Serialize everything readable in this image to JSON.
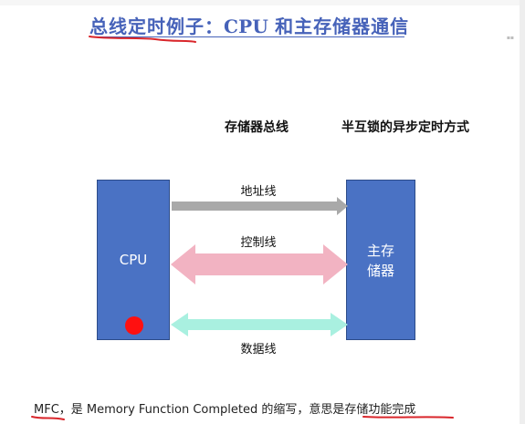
{
  "title": {
    "prefix": "总线定时例子：",
    "cpu": "CPU",
    "suffix": "和主存储器通信"
  },
  "subheadings": {
    "left": "存储器总线",
    "right": "半互锁的异步定时方式"
  },
  "blocks": {
    "cpu": "CPU",
    "memory_line1": "主存",
    "memory_line2": "储器"
  },
  "buses": {
    "address": "地址线",
    "control": "控制线",
    "data": "数据线"
  },
  "footnote": "MFC，是 Memory Function Completed 的缩写，意思是存储功能完成",
  "colors": {
    "title": "#4662b9",
    "block_fill": "#4a72c4",
    "address_arrow": "#a9a9a9",
    "control_arrow": "#f2b3c2",
    "data_arrow": "#a9f0e0",
    "annotation_red": "#d9262b",
    "signal_dot": "#ff1010"
  }
}
